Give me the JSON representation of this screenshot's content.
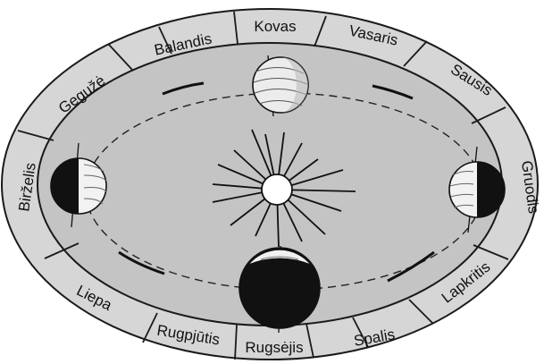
{
  "months": [
    {
      "key": "kovas",
      "label": "Kovas"
    },
    {
      "key": "vasaris",
      "label": "Vasaris"
    },
    {
      "key": "sausis",
      "label": "Sausis"
    },
    {
      "key": "gruodis",
      "label": "Gruodis"
    },
    {
      "key": "lapkritis",
      "label": "Lapkritis"
    },
    {
      "key": "spalis",
      "label": "Spalis"
    },
    {
      "key": "rugsejis",
      "label": "Rugsėjis"
    },
    {
      "key": "rugpjutis",
      "label": "Rugpjūtis"
    },
    {
      "key": "liepa",
      "label": "Liepa"
    },
    {
      "key": "birzelis",
      "label": "Birželis"
    },
    {
      "key": "geguze",
      "label": "Gegužė"
    },
    {
      "key": "balandis",
      "label": "Balandis"
    }
  ],
  "colors": {
    "ring": "#d6d6d6",
    "inner": "#c4c4c4",
    "outline": "#1a1a1a",
    "sun": "#ffffff",
    "earth_light": "#f4f4f4",
    "earth_dark": "#111111"
  }
}
